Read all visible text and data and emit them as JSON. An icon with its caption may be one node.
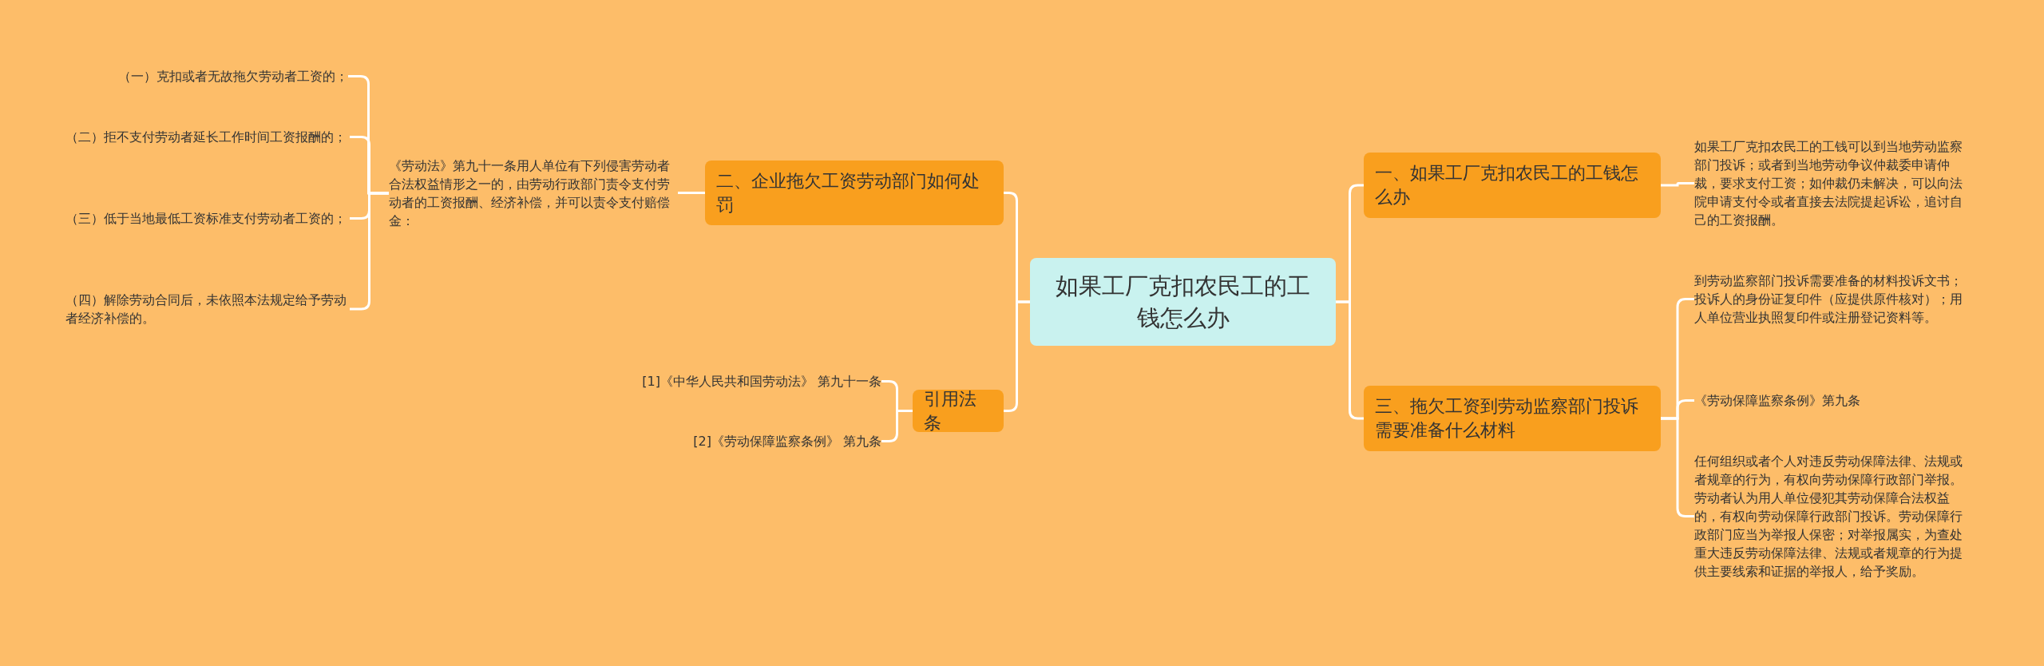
{
  "diagram": {
    "nodes": [
      {
        "text": [
          "如果工厂克扣农民工的工钱怎么办"
        ]
      },
      {
        "text": [
          "一、如果工厂克扣农民工的工钱怎么办"
        ]
      },
      {
        "text": [
          "如果工厂克扣农民工的工钱可以到当地劳动监察部门投诉；或者到当地劳动争议仲裁委申请仲裁，要求支付工资；如仲裁仍未解决，可以向法院申请支付令或者直接去法院提起诉讼，追讨自己的工资报酬。"
        ]
      },
      {
        "text": [
          "三、拖欠工资到劳动监察部门投诉需要准备什么材料"
        ]
      },
      {
        "text": [
          "到劳动监察部门投诉需要准备的材料投诉文书；投诉人的身份证复印件（应提供原件核对）；用人单位营业执照复印件或注册登记资料等。"
        ]
      },
      {
        "text": [
          "《劳动保障监察条例》第九条"
        ]
      },
      {
        "text": [
          "任何组织或者个人对违反劳动保障法律、法规或者规章的行为，有权向劳动保障行政部门举报。劳动者认为用人单位侵犯其劳动保障合法权益的，有权向劳动保障行政部门投诉。劳动保障行政部门应当为举报人保密；对举报属实，为查处重大违反劳动保障法律、法规或者规章的行为提供主要线索和证据的举报人，给予奖励。"
        ]
      },
      {
        "text": [
          "二、企业拖欠工资劳动部门如何处罚"
        ]
      },
      {
        "text": [
          "《劳动法》第九十一条用人单位有下列侵害劳动者合法权益情形之一的，由劳动行政部门责令支付劳动者的工资报酬、经济补偿，并可以责令支付赔偿金："
        ]
      },
      {
        "text": [
          "（一）克扣或者无故拖欠劳动者工资的；"
        ]
      },
      {
        "text": [
          "（二）拒不支付劳动者延长工作时间工资报酬的；"
        ]
      },
      {
        "text": [
          "（三）低于当地最低工资标准支付劳动者工资的；"
        ]
      },
      {
        "text": [
          "（四）解除劳动合同后，未依照本法规定给予劳动者经济补偿的。"
        ]
      },
      {
        "text": [
          "引用法条"
        ]
      },
      {
        "text": [
          "[1]《中华人民共和国劳动法》 第九十一条"
        ]
      },
      {
        "text": [
          "[2]《劳动保障监察条例》 第九条"
        ]
      }
    ],
    "edges": [
      {
        "from": 0,
        "to": 1,
        "arrow": "none"
      },
      {
        "from": 1,
        "to": 2,
        "arrow": "none"
      },
      {
        "from": 0,
        "to": 3,
        "arrow": "none"
      },
      {
        "from": 3,
        "to": 4,
        "arrow": "none"
      },
      {
        "from": 3,
        "to": 5,
        "arrow": "none"
      },
      {
        "from": 3,
        "to": 6,
        "arrow": "none"
      },
      {
        "from": 0,
        "to": 7,
        "arrow": "none"
      },
      {
        "from": 7,
        "to": 8,
        "arrow": "none"
      },
      {
        "from": 8,
        "to": 9,
        "arrow": "none"
      },
      {
        "from": 8,
        "to": 10,
        "arrow": "none"
      },
      {
        "from": 8,
        "to": 11,
        "arrow": "none"
      },
      {
        "from": 8,
        "to": 12,
        "arrow": "none"
      },
      {
        "from": 0,
        "to": 13,
        "arrow": "none"
      },
      {
        "from": 13,
        "to": 14,
        "arrow": "none"
      },
      {
        "from": 13,
        "to": 15,
        "arrow": "none"
      }
    ]
  }
}
